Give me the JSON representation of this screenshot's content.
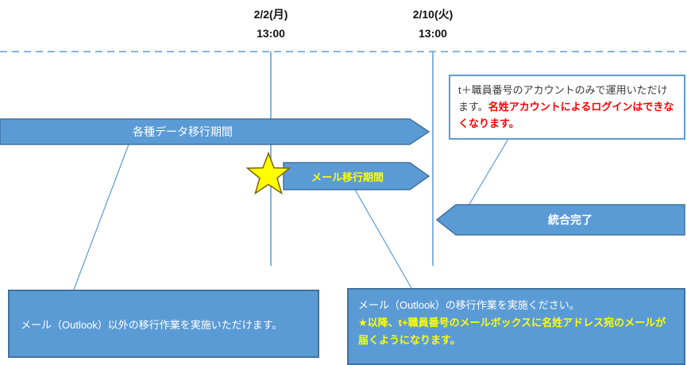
{
  "colors": {
    "shape_fill": "#5b9bd5",
    "shape_border": "#41719c",
    "connector_line": "#5b9bd5",
    "star_fill": "#ffff00",
    "star_border": "#7f6000",
    "highlight_red": "#ff0000",
    "highlight_yellow": "#ffff00",
    "label_white": "#ffffff"
  },
  "milestones": [
    {
      "date": "2/2(月)",
      "time": "13:00"
    },
    {
      "date": "2/10(火)",
      "time": "13:00"
    }
  ],
  "bars": {
    "data_migration": {
      "label": "各種データ移行期間"
    },
    "mail_migration": {
      "label": "メール移行期間"
    },
    "integration_complete": {
      "label": "統合完了"
    }
  },
  "icons": {
    "star_marker": "star-marker"
  },
  "notes": {
    "account": {
      "normal": "t＋職員番号のアカウントのみで運用いただけます。",
      "red": "名姓アカウントによるログインはできなくなります。"
    },
    "other_migration": {
      "text": "メール（Outlook）以外の移行作業を実施いただけます。"
    },
    "mail_migration": {
      "white": "メール（Outlook）の移行作業を実施ください。",
      "yellow": "★以降、t+職員番号のメールボックスに名姓アドレス宛のメールが届くようになります。"
    }
  }
}
